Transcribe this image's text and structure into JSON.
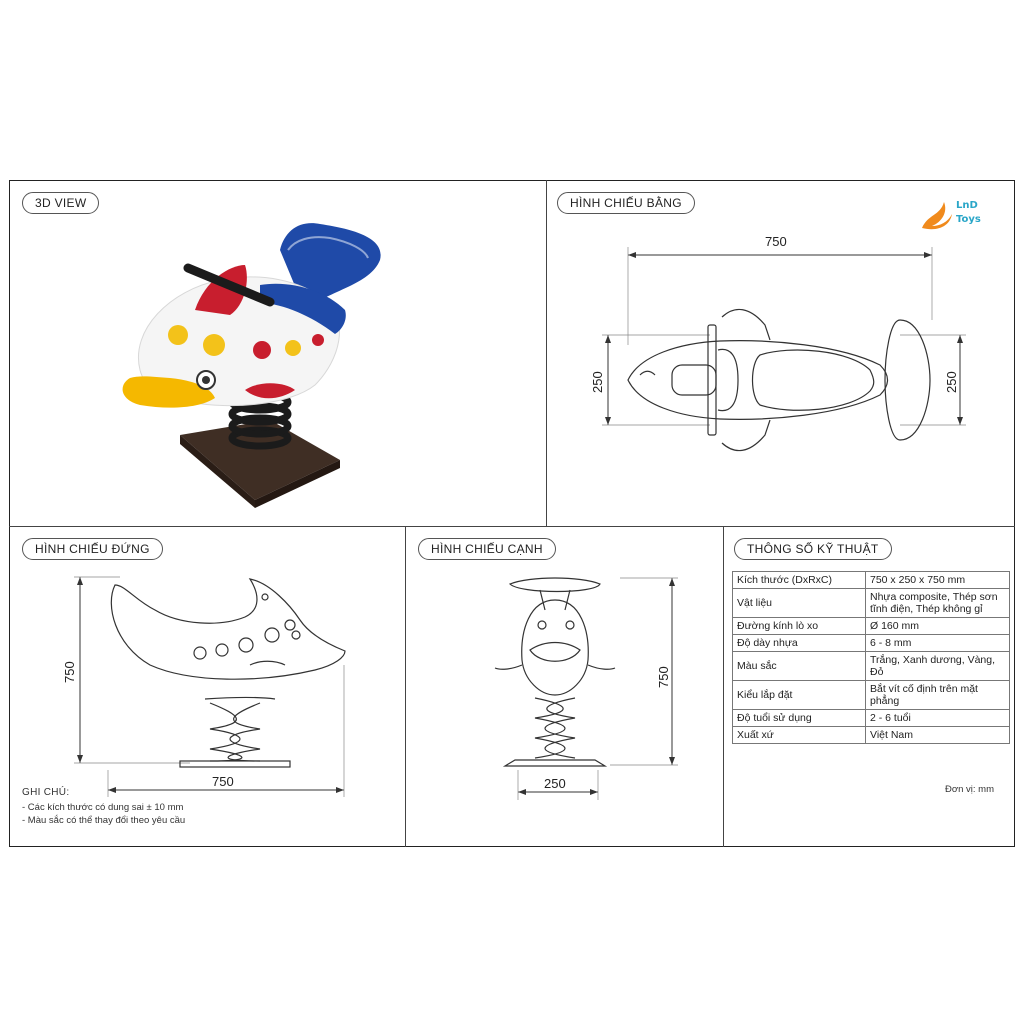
{
  "panels": {
    "view3d": {
      "label": "3D VIEW"
    },
    "top": {
      "label": "HÌNH CHIẾU BẰNG",
      "dim_length": "750",
      "dim_width_left": "250",
      "dim_width_right": "250"
    },
    "front": {
      "label": "HÌNH CHIẾU ĐỨNG",
      "dim_height": "750",
      "dim_length": "750"
    },
    "side": {
      "label": "HÌNH CHIẾU CẠNH",
      "dim_height": "750",
      "dim_width": "250"
    },
    "spec": {
      "label": "THÔNG SỐ KỸ THUẬT"
    }
  },
  "notes": {
    "title": "GHI CHÚ:",
    "lines": [
      "- Các kích thước có dung sai ± 10 mm",
      "- Màu sắc có thể thay đổi theo yêu cầu"
    ]
  },
  "spec_rows": [
    {
      "k": "Kích thước (DxRxC)",
      "v": "750 x 250 x 750 mm"
    },
    {
      "k": "Vật liệu",
      "v": "Nhựa composite, Thép sơn tĩnh điện, Thép không gỉ"
    },
    {
      "k": "Đường kính lò xo",
      "v": "Ø 160 mm"
    },
    {
      "k": "Độ dày nhựa",
      "v": "6 - 8 mm"
    },
    {
      "k": "Màu sắc",
      "v": "Trắng, Xanh dương, Vàng, Đỏ"
    },
    {
      "k": "Kiểu lắp đặt",
      "v": "Bắt vít cố định trên mặt phẳng"
    },
    {
      "k": "Độ tuổi sử dụng",
      "v": "2 - 6 tuổi"
    },
    {
      "k": "Xuất xứ",
      "v": "Việt Nam"
    }
  ],
  "unit_note": "Đơn vị: mm",
  "logo": {
    "line1": "LnD",
    "line2": "Toys"
  },
  "colors": {
    "body": "#f4f4f4",
    "blue": "#1f4aa8",
    "red": "#c81e2e",
    "yellow": "#f3c21a",
    "beak": "#f5b800",
    "base": "#3a2a22",
    "logo_flame": "#f08a1c",
    "logo_text": "#2aa6c8"
  }
}
